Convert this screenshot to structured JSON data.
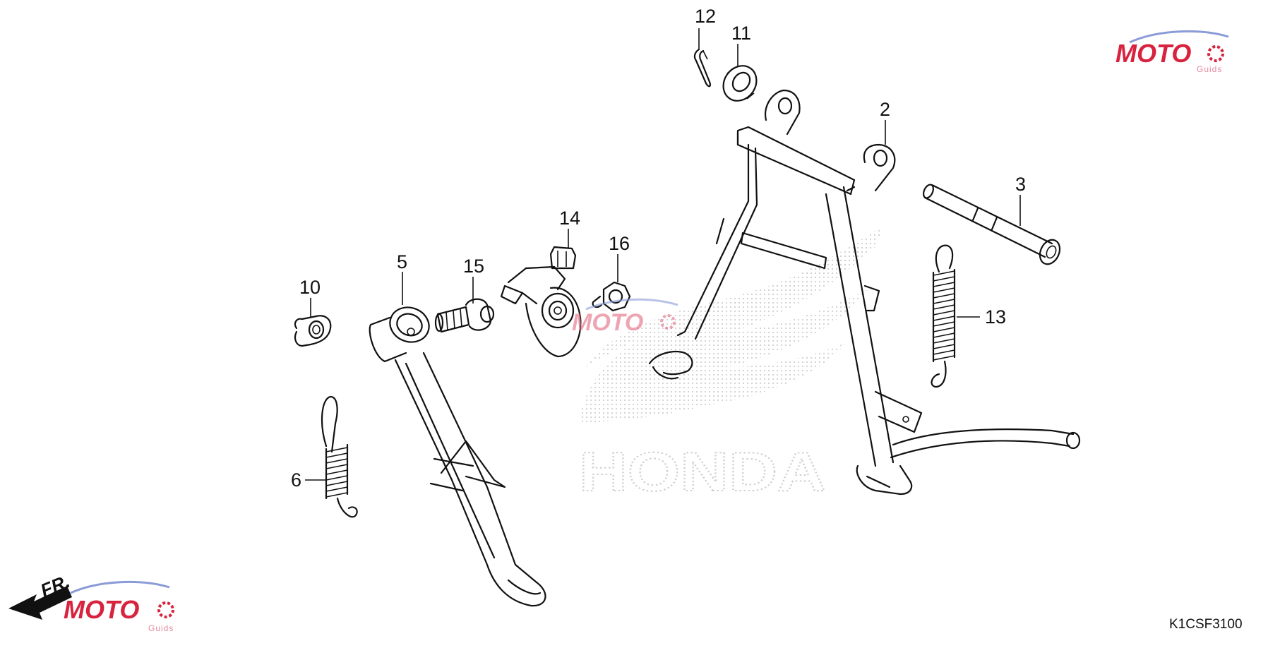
{
  "diagram": {
    "part_labels": {
      "p2": "2",
      "p3": "3",
      "p5": "5",
      "p6": "6",
      "p10": "10",
      "p11": "11",
      "p12": "12",
      "p13": "13",
      "p14": "14",
      "p15": "15",
      "p16": "16"
    },
    "diagram_code": "K1CSF3100",
    "direction_label": "FR.",
    "watermark_brand": "HONDA",
    "site_logo": {
      "letters": "MOTO",
      "sub": "Guids",
      "colors": {
        "primary": "#d8233f",
        "secondary": "#8a9bd8",
        "gear": "#d8233f"
      }
    },
    "icons": [
      "front-direction-arrow-icon",
      "honda-wing-watermark",
      "gear-icon"
    ]
  }
}
